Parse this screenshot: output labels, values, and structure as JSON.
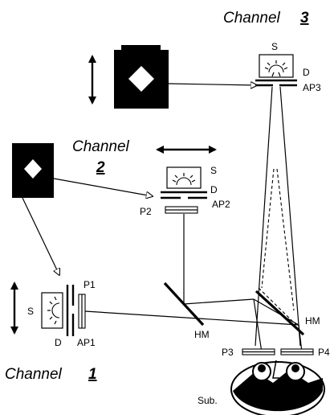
{
  "channels": {
    "ch3": {
      "word": "Channel",
      "number": "3"
    },
    "ch2": {
      "word": "Channel",
      "number": "2"
    },
    "ch1": {
      "word": "Channel",
      "number": "1"
    }
  },
  "labels": {
    "s3": "S",
    "d3": "D",
    "ap3": "AP3",
    "s2": "S",
    "d2": "D",
    "p2": "P2",
    "ap2": "AP2",
    "s1": "S",
    "d1": "D",
    "p1": "P1",
    "ap1": "AP1",
    "hm_left": "HM",
    "hm_right": "HM",
    "p3": "P3",
    "p4": "P4",
    "sub": "Sub."
  },
  "colors": {
    "ink": "#000000",
    "paper": "#ffffff"
  },
  "icons": [
    "diamond-stimulus-icon",
    "light-source-icon",
    "double-arrow-icon",
    "open-arrowhead-icon"
  ]
}
